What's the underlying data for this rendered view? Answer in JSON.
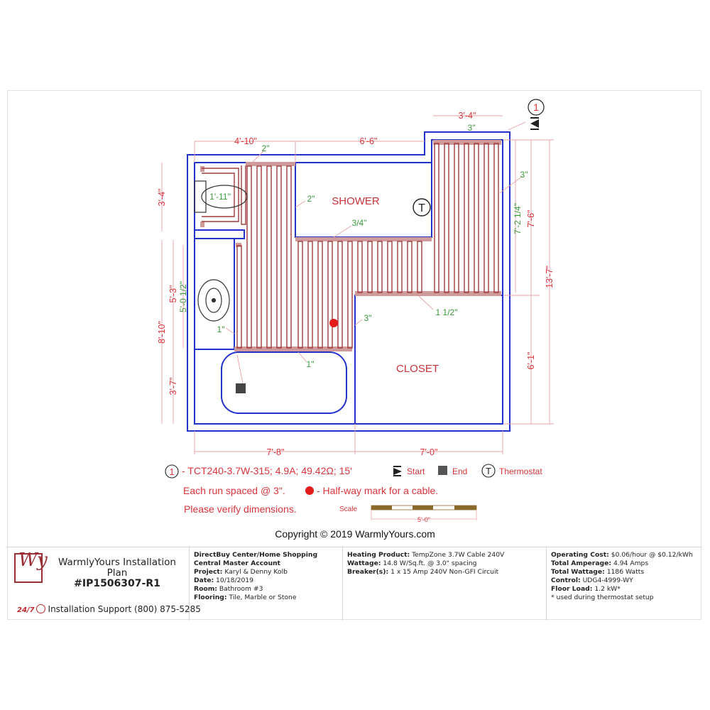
{
  "plan": {
    "rooms": {
      "shower": "SHOWER",
      "closet": "CLOSET"
    },
    "dimensions_red": {
      "top_left": "4'-10\"",
      "top_middle": "6'-6\"",
      "top_right": "3'-4\"",
      "left_upper": "3'-4\"",
      "left_overall": "8'-10\"",
      "left_mid": "5'-3\"",
      "left_lower": "3'-7\"",
      "right_upper": "7'-6\"",
      "right_overall": "13'-7\"",
      "right_lower": "6'-1\"",
      "bottom_left": "7'-8\"",
      "bottom_right": "7'-0\""
    },
    "dimensions_green": {
      "top_left_offset": "2\"",
      "shower_left_offset": "2\"",
      "shower_bottom_offset": "3/4\"",
      "top_right_offset": "3\"",
      "right_offset": "3\"",
      "right_run_length": "7'-2 1/4\"",
      "toilet_width": "1'-11\"",
      "vanity_run_length": "5'-0 1/2\"",
      "vanity_offset": "1\"",
      "tub_offset": "1\"",
      "closet_left_offset": "3\"",
      "closet_top_offset": "1 1/2\""
    },
    "markers": {
      "cable_number": "1",
      "thermostat_symbol": "T"
    },
    "colors": {
      "wall": "#2233cc",
      "cable": "#a33a3a",
      "cable_band": "#cf9a9a",
      "dimension_red": "#d9343b",
      "dimension_green": "#3a9a3a",
      "halfway_mark": "#e31b1b",
      "end_marker": "#444444"
    }
  },
  "legend": {
    "cable_number": "1",
    "cable_spec": "- TCT240-3.7W-315; 4.9A; 49.42Ω; 15'",
    "start_label": "Start",
    "end_label": "End",
    "thermostat_symbol": "T",
    "thermostat_label": "Thermostat",
    "spacing_note": "Each run spaced @ 3\".",
    "halfway_note": "- Half-way mark for a cable.",
    "verify_note": "Please verify dimensions.",
    "scale_label": "Scale",
    "scale_length": "5'-0\""
  },
  "copyright": "Copyright © 2019 WarmlyYours.com",
  "titleblock": {
    "brand": {
      "logo_text": "Wy",
      "title_line1": "WarmlyYours Installation",
      "title_line2": "Plan",
      "plan_number": "#IP1506307-R1",
      "support_badge": "24/7",
      "support_text": "Installation Support (800) 875-5285"
    },
    "project": {
      "account_line1": "DirectBuy Center/Home Shopping",
      "account_line2": "Central Master Account",
      "project_label": "Project:",
      "project_value": "Karyl & Denny Kolb",
      "date_label": "Date:",
      "date_value": "10/18/2019",
      "room_label": "Room:",
      "room_value": "Bathroom #3",
      "flooring_label": "Flooring:",
      "flooring_value": "Tile, Marble or Stone"
    },
    "heating": {
      "product_label": "Heating Product:",
      "product_value": "TempZone 3.7W Cable 240V",
      "wattage_label": "Wattage:",
      "wattage_value": "14.8 W/Sq.ft. @ 3.0\" spacing",
      "breaker_label": "Breaker(s):",
      "breaker_value": "1 x 15 Amp 240V Non-GFI Circuit"
    },
    "cost": {
      "operating_label": "Operating Cost:",
      "operating_value": "$0.06/hour @ $0.12/kWh",
      "amperage_label": "Total Amperage:",
      "amperage_value": "4.94 Amps",
      "wattage_label": "Total Wattage:",
      "wattage_value": "1186 Watts",
      "control_label": "Control:",
      "control_value": "UDG4-4999-WY",
      "floorload_label": "Floor Load:",
      "floorload_value": "1.2 kW*",
      "footnote": "* used during thermostat setup"
    }
  }
}
